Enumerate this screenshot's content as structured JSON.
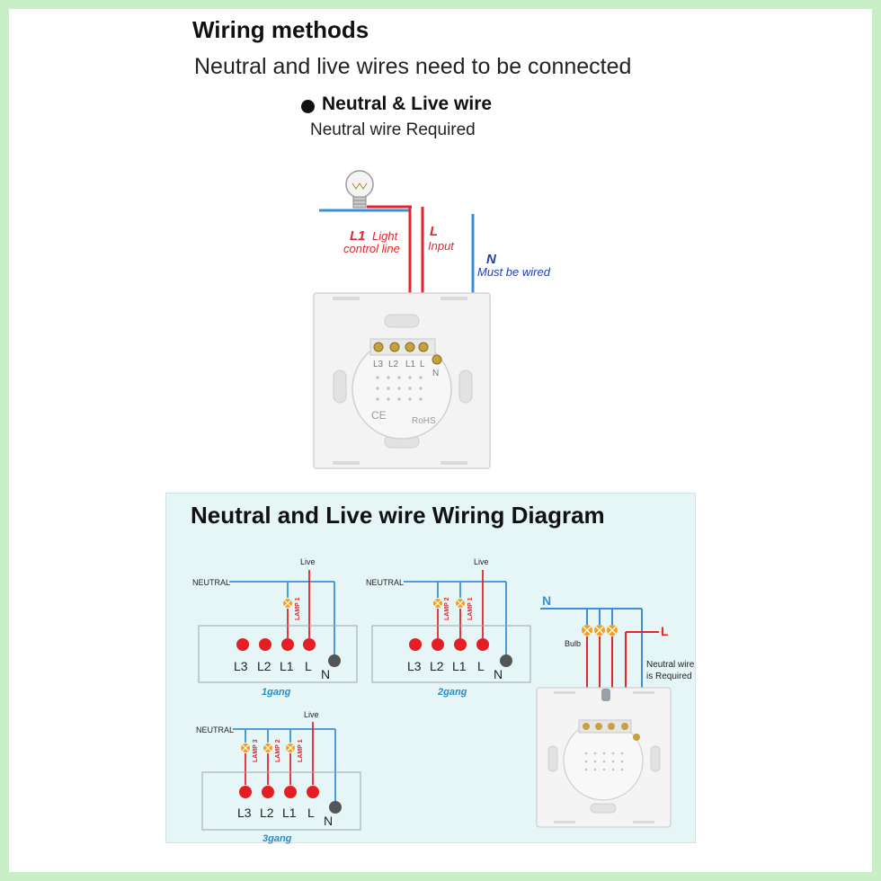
{
  "header": {
    "title": "Wiring methods",
    "subtitle": "Neutral and live wires need to be connected",
    "section_label": "Neutral & Live wire",
    "section_sub": "Neutral wire Required"
  },
  "top_diagram": {
    "l1_code": "L1",
    "l1_text_1": "Light",
    "l1_text_2": "control line",
    "l_code": "L",
    "l_text": "Input",
    "n_code": "N",
    "n_text": "Must be wired",
    "terminals": [
      "L3",
      "L2",
      "L1",
      "L"
    ],
    "neutral_terminal": "N",
    "ce_mark": "CE",
    "rohs_mark": "RoHS"
  },
  "panel": {
    "title": "Neutral and Live wire Wiring Diagram",
    "gang1": {
      "neutral": "NEUTRAL",
      "live": "Live",
      "lamps": [
        "LAMP 1"
      ],
      "terminals": [
        "L3",
        "L2",
        "L1",
        "L"
      ],
      "neutral_terminal": "N",
      "caption": "1gang"
    },
    "gang2": {
      "neutral": "NEUTRAL",
      "live": "Live",
      "lamps": [
        "LAMP 2",
        "LAMP 1"
      ],
      "terminals": [
        "L3",
        "L2",
        "L1",
        "L"
      ],
      "neutral_terminal": "N",
      "caption": "2gang"
    },
    "gang3": {
      "neutral": "NEUTRAL",
      "live": "Live",
      "lamps": [
        "LAMP 3",
        "LAMP 2",
        "LAMP 1"
      ],
      "terminals": [
        "L3",
        "L2",
        "L1",
        "L"
      ],
      "neutral_terminal": "N",
      "caption": "3gang"
    },
    "photo": {
      "n_label": "N",
      "l_label": "L",
      "bulb_label": "Bulb",
      "note_1": "Neutral wire",
      "note_2": "is Required"
    }
  },
  "colors": {
    "live_red": "#e2262e",
    "neutral_blue": "#3c8fd6",
    "teal_caption": "#2a8cc4",
    "lamp_orange": "#f0a020",
    "terminal_red": "#e31e24",
    "terminal_gray": "#555555"
  }
}
